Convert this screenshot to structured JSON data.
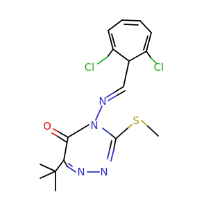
{
  "molecule": {
    "atoms": {
      "cl_left": {
        "label": "Cl",
        "color": "#1fa81a"
      },
      "cl_right": {
        "label": "Cl",
        "color": "#1fa81a"
      },
      "n_imine": {
        "label": "N",
        "color": "#2f2fc8"
      },
      "n_ring4": {
        "label": "N",
        "color": "#2f2fc8"
      },
      "n_ring1": {
        "label": "N",
        "color": "#2f2fc8"
      },
      "n_ring2": {
        "label": "N",
        "color": "#2f2fc8"
      },
      "o_carbonyl": {
        "label": "O",
        "color": "#e0120e"
      },
      "s_thioether": {
        "label": "S",
        "color": "#b9a11a"
      }
    },
    "bond_color": "#000000"
  }
}
